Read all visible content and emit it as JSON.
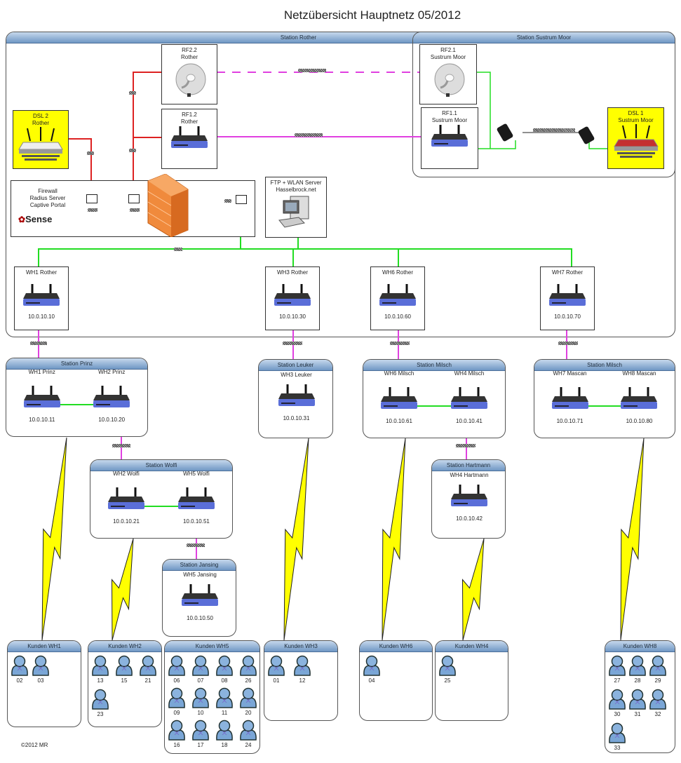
{
  "title": "Netzübersicht Hauptnetz 05/2012",
  "copyright": "©2012 MR",
  "colors": {
    "lan": "#22dd22",
    "wan": "#dd2222",
    "wireless_link": "#e040e0",
    "dsl_box": "#ffff00",
    "bolt": "#ffff00",
    "header": "#6f97c4"
  },
  "core": {
    "station_rother": "Station Rother",
    "station_sustrum": "Station Sustrum Moor",
    "rf22": {
      "line1": "RF2.2",
      "line2": "Rother"
    },
    "rf12": {
      "line1": "RF1.2",
      "line2": "Rother"
    },
    "rf21": {
      "line1": "RF2.1",
      "line2": "Sustrum Moor"
    },
    "rf11": {
      "line1": "RF1.1",
      "line2": "Sustrum Moor"
    },
    "dsl2": {
      "line1": "DSL 2",
      "line2": "Rother"
    },
    "dsl1": {
      "line1": "DSL 1",
      "line2": "Sustrum Moor"
    },
    "firewall": {
      "line1": "Firewall",
      "line2": "Radius Server",
      "line3": "Captive Portal",
      "logo": "Sense"
    },
    "ftp": {
      "line1": "FTP + WLAN Server",
      "line2": "Hasselbrock.net"
    },
    "wh": [
      {
        "name": "WH1 Rother",
        "ip": "10.0.10.10"
      },
      {
        "name": "WH3 Rother",
        "ip": "10.0.10.30"
      },
      {
        "name": "WH6 Rother",
        "ip": "10.0.10.60"
      },
      {
        "name": "WH7 Rother",
        "ip": "10.0.10.70"
      }
    ]
  },
  "stations": [
    {
      "title": "Station Prinz",
      "devices": [
        {
          "name": "WH1 Prinz",
          "ip": "10.0.10.11"
        },
        {
          "name": "WH2 Prinz",
          "ip": "10.0.10.20"
        }
      ]
    },
    {
      "title": "Station Leuker",
      "devices": [
        {
          "name": "WH3 Leuker",
          "ip": "10.0.10.31"
        }
      ]
    },
    {
      "title": "Station Milsch",
      "devices": [
        {
          "name": "WH6 Milsch",
          "ip": "10.0.10.61"
        },
        {
          "name": "WH4 Milsch",
          "ip": "10.0.10.41"
        }
      ]
    },
    {
      "title": "Station Milsch",
      "devices": [
        {
          "name": "WH7 Mascan",
          "ip": "10.0.10.71"
        },
        {
          "name": "WH8 Mascan",
          "ip": "10.0.10.80"
        }
      ]
    },
    {
      "title": "Station Wolfi",
      "devices": [
        {
          "name": "WH2 Wolfi",
          "ip": "10.0.10.21"
        },
        {
          "name": "WH5 Wolfi",
          "ip": "10.0.10.51"
        }
      ]
    },
    {
      "title": "Station Jansing",
      "devices": [
        {
          "name": "WH5 Jansing",
          "ip": "10.0.10.50"
        }
      ]
    },
    {
      "title": "Station Hartmann",
      "devices": [
        {
          "name": "WH4 Hartmann",
          "ip": "10.0.10.42"
        }
      ]
    }
  ],
  "customers": [
    {
      "title": "Kunden WH1",
      "ids": [
        "02",
        "03"
      ]
    },
    {
      "title": "Kunden WH2",
      "ids": [
        "13",
        "15",
        "21",
        "23"
      ]
    },
    {
      "title": "Kunden WH5",
      "ids": [
        "06",
        "07",
        "08",
        "26",
        "09",
        "10",
        "11",
        "20",
        "16",
        "17",
        "18",
        "24"
      ]
    },
    {
      "title": "Kunden WH3",
      "ids": [
        "01",
        "12"
      ]
    },
    {
      "title": "Kunden WH6",
      "ids": [
        "04"
      ]
    },
    {
      "title": "Kunden WH4",
      "ids": [
        "25"
      ]
    },
    {
      "title": "Kunden WH8",
      "ids": [
        "27",
        "28",
        "29",
        "30",
        "31",
        "32",
        "33"
      ]
    }
  ]
}
